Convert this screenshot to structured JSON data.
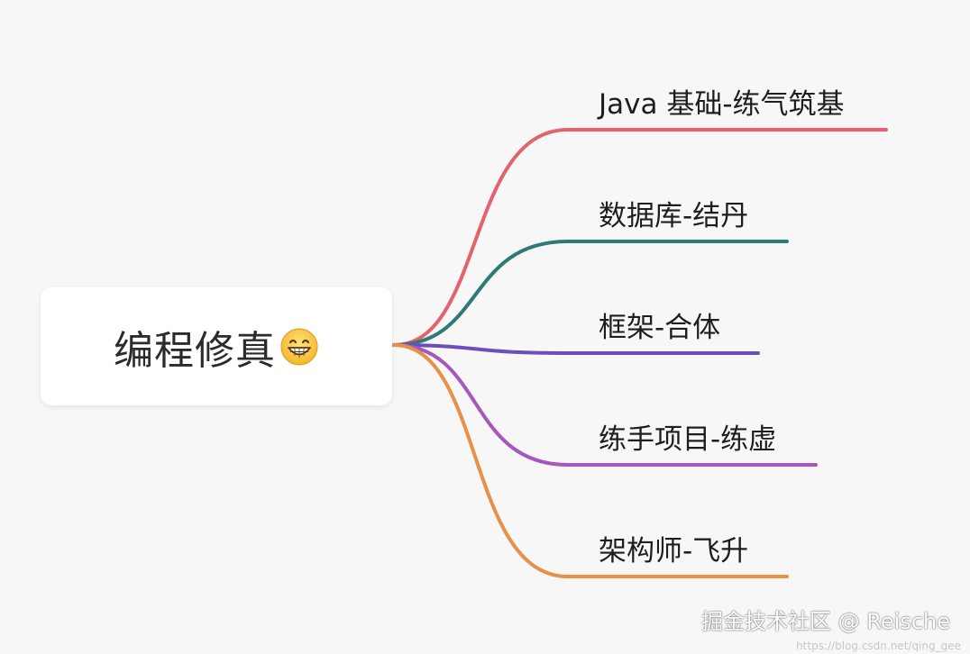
{
  "root": {
    "label": "编程修真",
    "emoji": "grinning-face-icon"
  },
  "branches": [
    {
      "label": "Java 基础-练气筑基",
      "color": "#e2636e"
    },
    {
      "label": "数据库-结丹",
      "color": "#2f7a77"
    },
    {
      "label": "框架-合体",
      "color": "#6a4fbc"
    },
    {
      "label": "练手项目-练虚",
      "color": "#a656bc"
    },
    {
      "label": "架构师-飞升",
      "color": "#e89048"
    }
  ],
  "watermark": {
    "brand": "掘金技术社区 @ Reische",
    "url": "https://blog.csdn.net/qing_gee"
  }
}
